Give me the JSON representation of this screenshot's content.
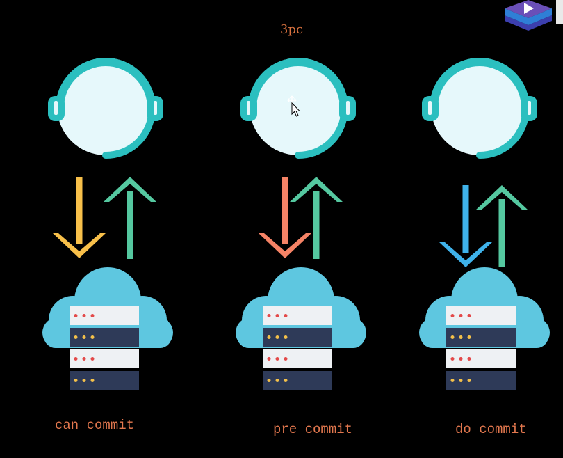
{
  "title": "3pc",
  "phases": [
    {
      "label": "can commit",
      "down_arrow_color": "#f8c04a",
      "up_arrow_color": "#55c8a0"
    },
    {
      "label": "pre commit",
      "down_arrow_color": "#f58366",
      "up_arrow_color": "#55c8a0"
    },
    {
      "label": "do commit",
      "down_arrow_color": "#3fb2ea",
      "up_arrow_color": "#55c8a0"
    }
  ],
  "colors": {
    "background": "#000000",
    "headset": "#2bbfbf",
    "face": "#e6f8fb",
    "cloud": "#5ec7e0",
    "server_light": "#eef1f4",
    "server_dark": "#2e3a58",
    "label": "#e2774e"
  },
  "icons": [
    "headset-user-icon",
    "cloud-server-icon",
    "down-arrow-icon",
    "up-arrow-icon",
    "cursor-icon",
    "player-logo-icon"
  ]
}
